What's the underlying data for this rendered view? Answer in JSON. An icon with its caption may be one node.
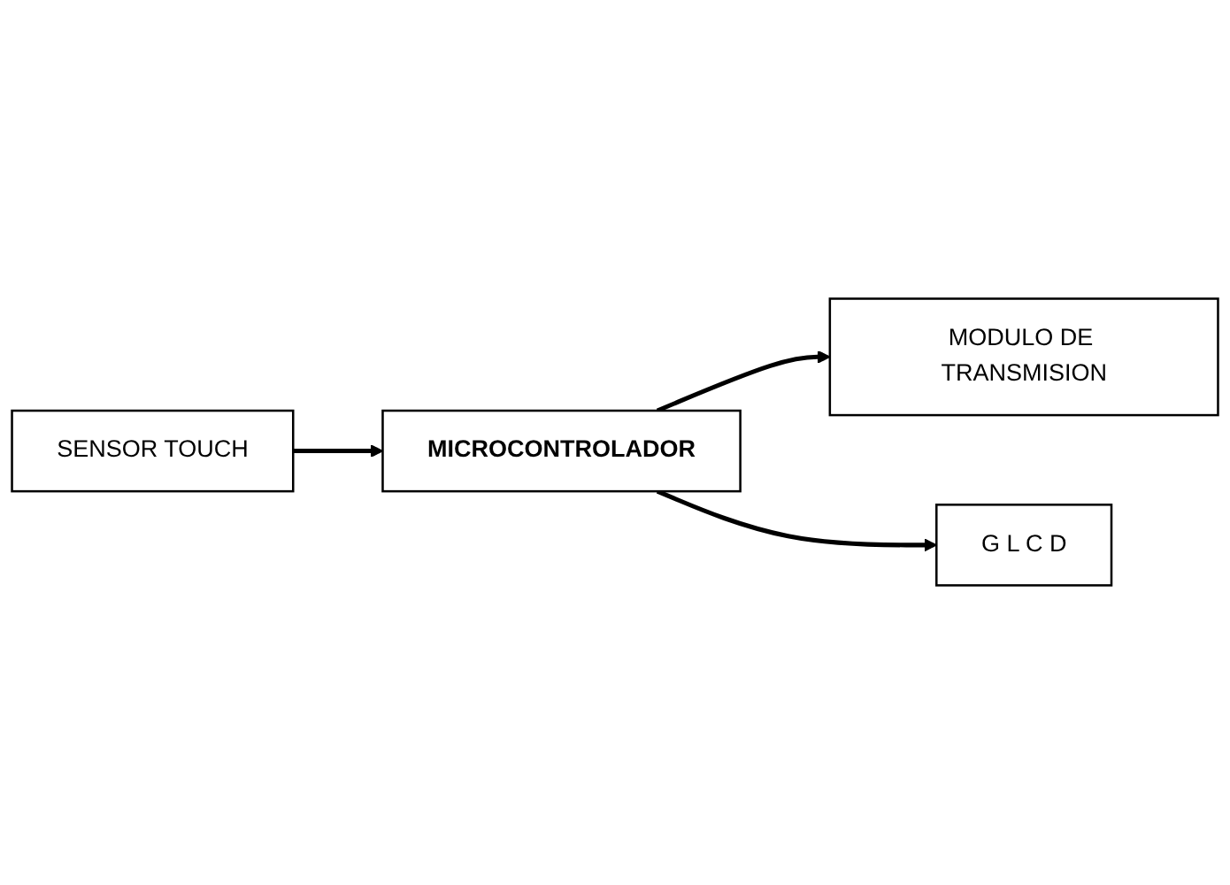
{
  "diagram": {
    "nodes": [
      {
        "text": [
          "SENSOR TOUCH"
        ]
      },
      {
        "text": [
          "MICROCONTROLADOR"
        ]
      },
      {
        "text": [
          "MODULO DE TRANSMISION"
        ]
      },
      {
        "text": [
          "G L C D"
        ]
      }
    ],
    "edges": [
      {
        "from": 0,
        "to": 1,
        "arrow": "to"
      },
      {
        "from": 1,
        "to": 2,
        "arrow": "to"
      },
      {
        "from": 1,
        "to": 3,
        "arrow": "to"
      }
    ]
  }
}
